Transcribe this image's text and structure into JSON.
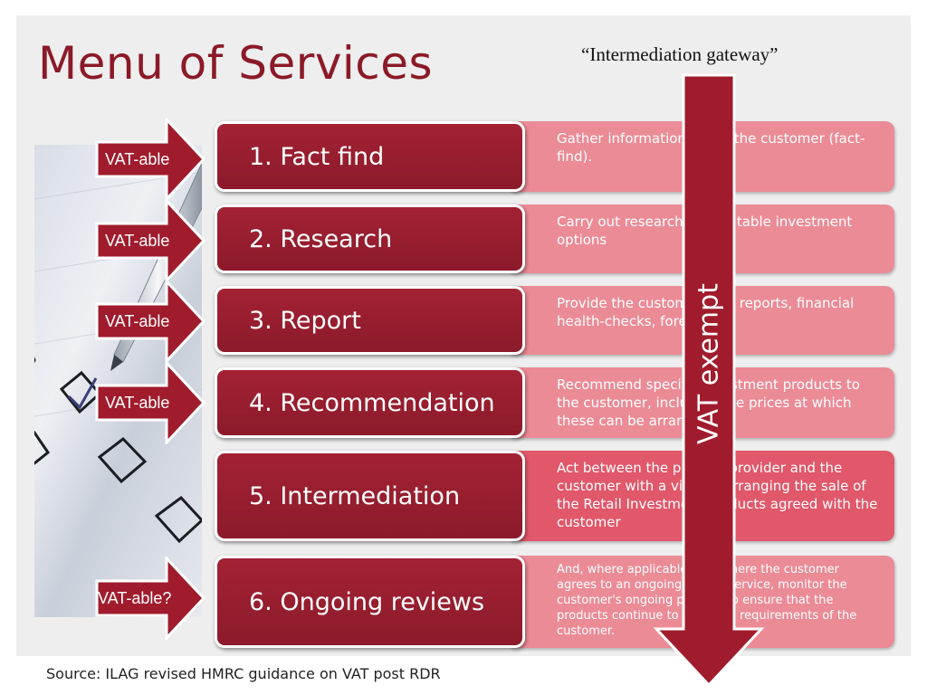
{
  "title": "Menu of Services",
  "gateway_label": "“Intermediation gateway”",
  "vat_exempt_label": "VAT exempt",
  "source": "Source: ILAG revised HMRC guidance on VAT post RDR",
  "colors": {
    "dark_red": "#8b1a28",
    "pink": "#eb8b96",
    "pink_strong": "#e0586a"
  },
  "steps": [
    {
      "label": "1. Fact find",
      "vat": "VAT-able",
      "description": "Gather information about the customer (fact-find)."
    },
    {
      "label": "2. Research",
      "vat": "VAT-able",
      "description": "Carry out research and suitable investment options"
    },
    {
      "label": "3. Report",
      "vat": "VAT-able",
      "description": "Provide the customer with reports, financial health-checks, forecasts"
    },
    {
      "label": "4. Recommendation",
      "vat": "VAT-able",
      "description": "Recommend specific investment products to the customer, including the prices at which these can be arranged"
    },
    {
      "label": "5. Intermediation",
      "vat": "",
      "description": "Act between the product provider and the customer with a view to arranging the sale of the Retail Investment Products agreed with the customer"
    },
    {
      "label": "6. Ongoing reviews",
      "vat": "VAT-able?",
      "description": "And, where applicable, and where the customer agrees to an ongoing review service, monitor the customer's ongoing position to ensure that the products continue to meet the requirements of the customer."
    }
  ]
}
